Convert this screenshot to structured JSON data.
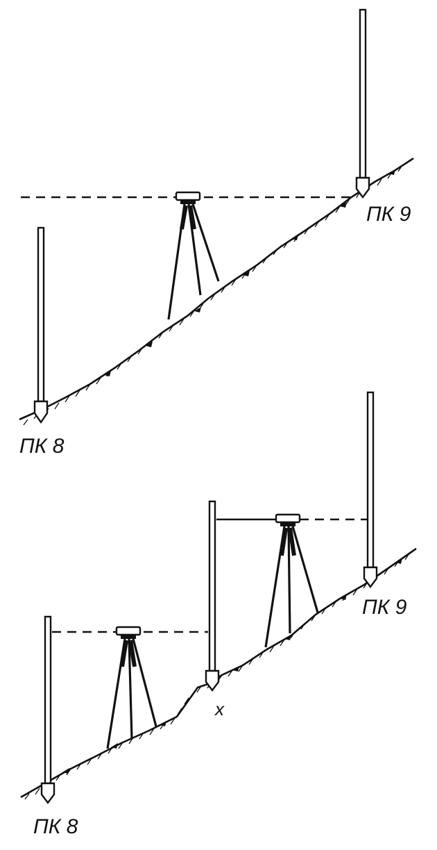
{
  "panels": [
    {
      "id": "single-station",
      "labels": {
        "start_peg": "ПК 8",
        "end_peg": "ПК 9"
      }
    },
    {
      "id": "two-stations",
      "labels": {
        "start_peg": "ПК 8",
        "end_peg": "ПК 9",
        "turning_point": "x"
      }
    }
  ],
  "colors": {
    "ink": "#111111",
    "background": "#ffffff"
  }
}
